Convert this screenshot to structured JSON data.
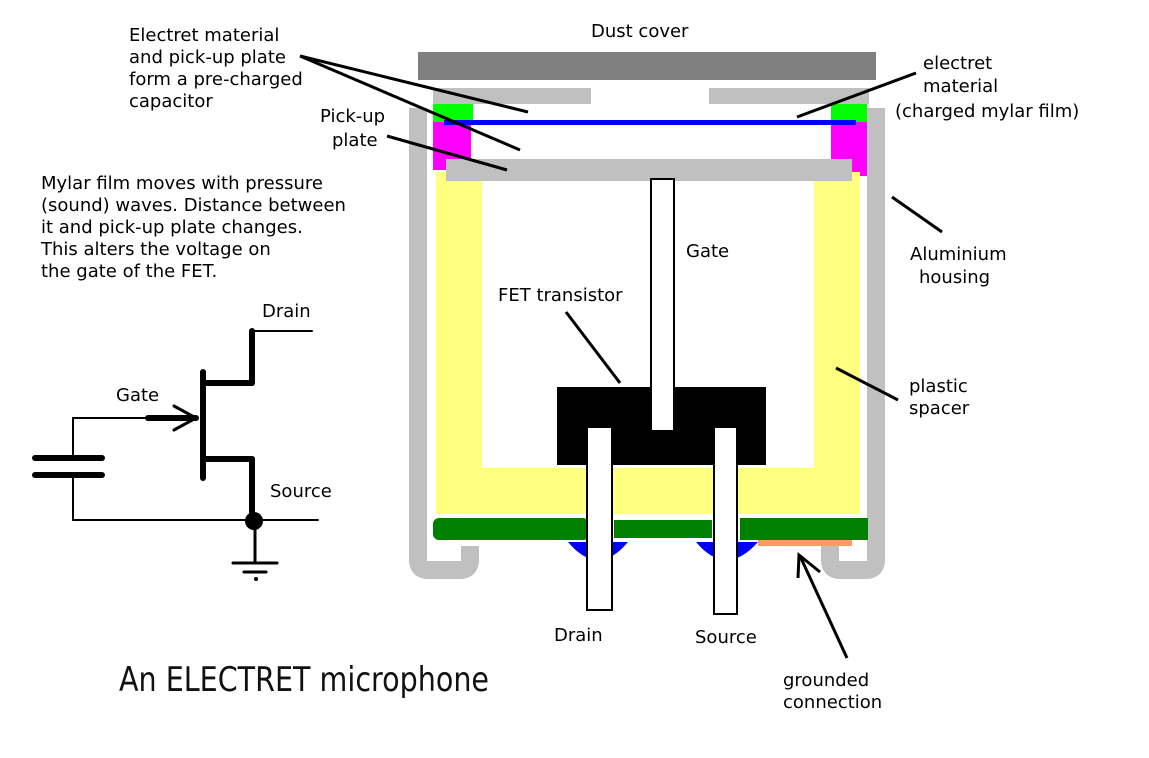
{
  "title": "An ELECTRET microphone",
  "labels": {
    "dust_cover": "Dust cover",
    "capacitor_note": [
      "Electret material",
      "and pick-up plate",
      "form a pre-charged",
      "capacitor"
    ],
    "pickup_plate": [
      "Pick-up",
      "plate"
    ],
    "electret": [
      "electret",
      "material",
      "(charged mylar film)"
    ],
    "mylar_note": [
      "Mylar film moves with pressure",
      "(sound) waves. Distance between",
      "it and pick-up plate changes.",
      "This alters the voltage on",
      "the gate of the FET."
    ],
    "gate": "Gate",
    "fet": "FET transistor",
    "housing": [
      "Aluminium",
      "housing"
    ],
    "spacer": [
      "plastic",
      "spacer"
    ],
    "drain": "Drain",
    "source": "Source",
    "grounded": [
      "grounded",
      "connection"
    ]
  },
  "schematic": {
    "drain": "Drain",
    "gate": "Gate",
    "source": "Source"
  },
  "colors": {
    "dust_cover": "#808080",
    "housing": "#c0c0c0",
    "spacer": "#ffff80",
    "mylar": "#0000ff",
    "electret_green": "#00ff00",
    "electret_magenta": "#ff00ff",
    "pcb": "#008000",
    "fet_body": "#000000",
    "solder": "#0000ff",
    "ground_pad": "#ff9966"
  }
}
